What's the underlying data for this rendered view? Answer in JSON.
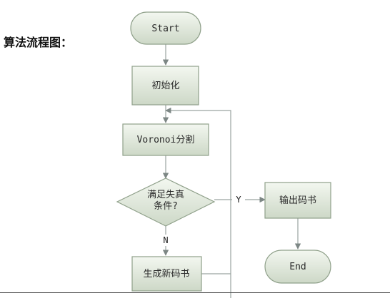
{
  "title": "算法流程图：",
  "nodes": {
    "start": {
      "label": "Start"
    },
    "init": {
      "label": "初始化"
    },
    "voronoi": {
      "label": "Voronoi分割"
    },
    "decision": {
      "line1": "满足失真",
      "line2": "条件?"
    },
    "output": {
      "label": "输出码书"
    },
    "end": {
      "label": "End"
    },
    "new_codebook": {
      "label": "生成新码书"
    }
  },
  "edges": {
    "yes_label": "Y",
    "no_label": "N"
  },
  "colors": {
    "node_fill_top": "#f1f5ee",
    "node_fill_bottom": "#cfd9c9",
    "node_stroke": "#8fa08a",
    "edge": "#9aa3a0",
    "arrow": "#7d8785"
  }
}
